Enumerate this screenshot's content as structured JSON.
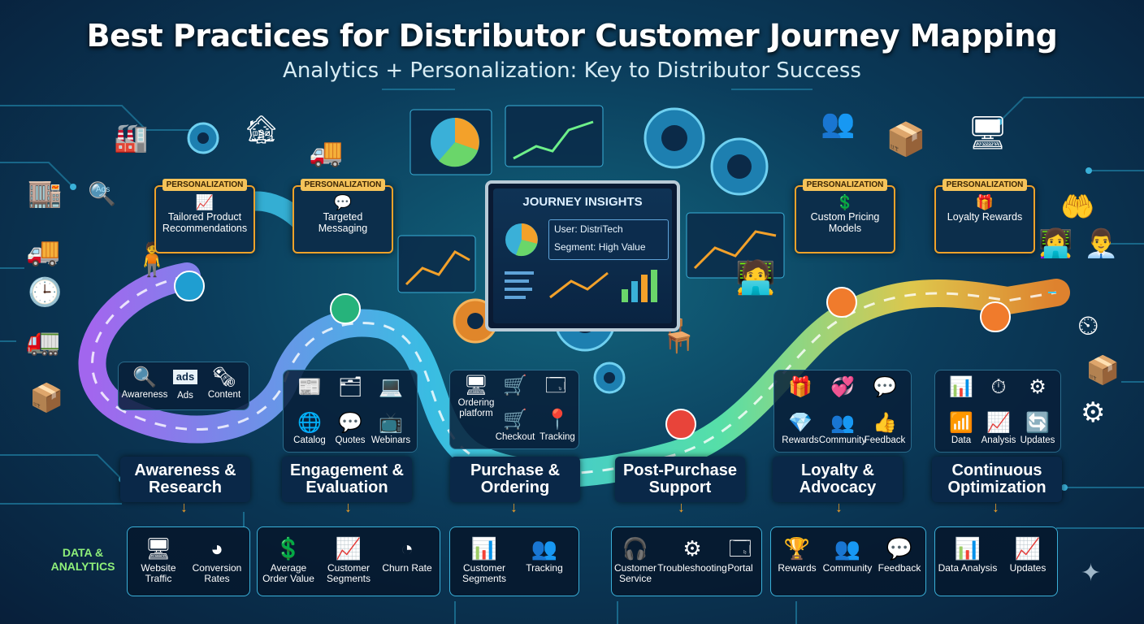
{
  "header": {
    "title": "Best Practices for Distributor Customer Journey Mapping",
    "subtitle": "Analytics + Personalization: Key to Distributor Success"
  },
  "personalization": [
    {
      "tag": "PERSONALIZATION",
      "text": "Tailored Product Recommendations"
    },
    {
      "tag": "PERSONALIZATION",
      "text": "Targeted Messaging"
    },
    {
      "tag": "PERSONALIZATION",
      "text": "Custom Pricing Models"
    },
    {
      "tag": "PERSONALIZATION",
      "text": "Loyalty Rewards"
    }
  ],
  "insights": {
    "title": "JOURNEY INSIGHTS",
    "user": "User: DistriTech",
    "segment": "Segment: High Value"
  },
  "stages": [
    {
      "label": "Awareness & Research",
      "icons": [
        "Awareness",
        "Ads",
        "Content"
      ]
    },
    {
      "label": "Engagement & Evaluation",
      "icons": [
        "Catalog",
        "Quotes",
        "Webinars"
      ]
    },
    {
      "label": "Purchase & Ordering",
      "icons": [
        "Ordering platform",
        "Checkout",
        "Tracking"
      ]
    },
    {
      "label": "Post-Purchase Support",
      "icons": []
    },
    {
      "label": "Loyalty & Advocacy",
      "icons": [
        "Rewards",
        "Community",
        "Feedback"
      ]
    },
    {
      "label": "Continuous Optimization",
      "icons": [
        "Data",
        "Analysis",
        "Updates"
      ]
    }
  ],
  "ads_tag": "ads",
  "ads_bubble": "Ads",
  "data_label": "DATA & ANALYTICS",
  "analytics": [
    {
      "items": [
        "Website Traffic",
        "Conversion Rates"
      ]
    },
    {
      "items": [
        "Average Order Value",
        "Customer Segments",
        "Churn Rate"
      ]
    },
    {
      "items": [
        "Customer Segments",
        "Tracking"
      ]
    },
    {
      "items": [
        "Customer Service",
        "Troubleshooting",
        "Portal"
      ]
    },
    {
      "items": [
        "Rewards",
        "Community",
        "Feedback"
      ]
    },
    {
      "items": [
        "Data Analysis",
        "Updates"
      ]
    }
  ],
  "colors": {
    "accent": "#f0a22a",
    "path_start": "#b36cff",
    "path_mid": "#3ec9f0",
    "path_end": "#f58a2a",
    "background": "#0b3d5c"
  }
}
